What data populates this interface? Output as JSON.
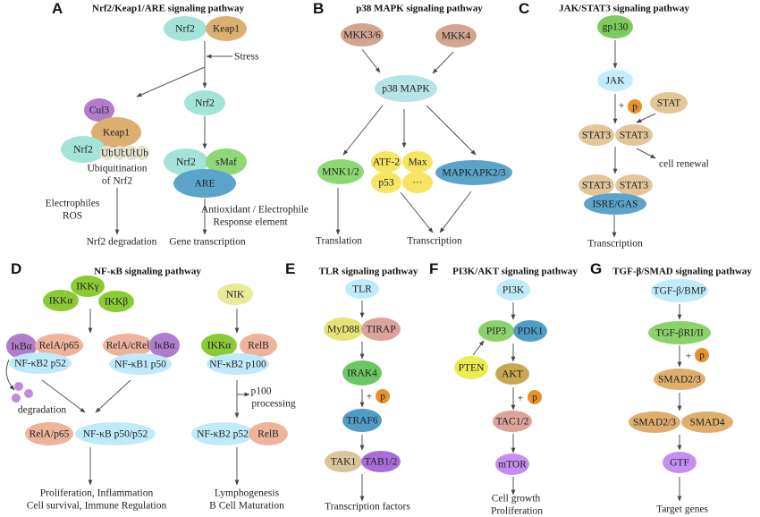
{
  "panels": [
    {
      "letter": "A",
      "title": "Nrf2/Keap1/ARE signaling pathway"
    },
    {
      "letter": "B",
      "title": "p38 MAPK signaling pathway"
    },
    {
      "letter": "C",
      "title": "JAK/STAT3 signaling pathway"
    },
    {
      "letter": "D",
      "title": "NF-κB signaling pathway"
    },
    {
      "letter": "E",
      "title": "TLR signaling pathway"
    },
    {
      "letter": "F",
      "title": "PI3K/AKT signaling pathway"
    },
    {
      "letter": "G",
      "title": "TGF-β/SMAD signaling pathway"
    }
  ],
  "nodes": [
    {
      "id": "a_nrf2_top",
      "label": "Nrf2",
      "color": "#a3e3d8"
    },
    {
      "id": "a_keap1_top",
      "label": "Keap1",
      "color": "#dcae72"
    },
    {
      "id": "a_nrf2_mid",
      "label": "Nrf2",
      "color": "#a3e3d8"
    },
    {
      "id": "a_cul3",
      "label": "Cul3",
      "color": "#b07ccc"
    },
    {
      "id": "a_keap1",
      "label": "Keap1",
      "color": "#dcae72"
    },
    {
      "id": "a_nrf2_left",
      "label": "Nrf2",
      "color": "#a3e3d8"
    },
    {
      "id": "a_ub1",
      "label": "Ub",
      "color": "#e2e2d0"
    },
    {
      "id": "a_ub2",
      "label": "Ub",
      "color": "#e2e2d0"
    },
    {
      "id": "a_ub3",
      "label": "Ub",
      "color": "#e2e2d0"
    },
    {
      "id": "a_ub4",
      "label": "Ub",
      "color": "#e2e2d0"
    },
    {
      "id": "a_nrf2_are",
      "label": "Nrf2",
      "color": "#a3e3d8"
    },
    {
      "id": "a_smaf",
      "label": "sMaf",
      "color": "#8ed878"
    },
    {
      "id": "a_are",
      "label": "ARE",
      "color": "#5ba3c9"
    },
    {
      "id": "b_mkk36",
      "label": "MKK3/6",
      "color": "#d1a590"
    },
    {
      "id": "b_mkk4",
      "label": "MKK4",
      "color": "#d1a590"
    },
    {
      "id": "b_p38",
      "label": "p38 MAPK",
      "color": "#b6e3e3"
    },
    {
      "id": "b_mnk",
      "label": "MNK1/2",
      "color": "#8cd873"
    },
    {
      "id": "b_atf2",
      "label": "ATF-2",
      "color": "#f7e463"
    },
    {
      "id": "b_max",
      "label": "Max",
      "color": "#f7e463"
    },
    {
      "id": "b_p53",
      "label": "p53",
      "color": "#f7e463"
    },
    {
      "id": "b_etc",
      "label": "···",
      "color": "#f7e463"
    },
    {
      "id": "b_mapkapk",
      "label": "MAPKAPK2/3",
      "color": "#5ba3c9"
    },
    {
      "id": "c_gp130",
      "label": "gp130",
      "color": "#7ccb5c"
    },
    {
      "id": "c_jak",
      "label": "JAK",
      "color": "#c3edfb"
    },
    {
      "id": "c_p",
      "label": "p",
      "color": "#e8902a"
    },
    {
      "id": "c_stat",
      "label": "STAT",
      "color": "#e4c596"
    },
    {
      "id": "c_stat3_1",
      "label": "STAT3",
      "color": "#e2c598"
    },
    {
      "id": "c_stat3_2",
      "label": "STAT3",
      "color": "#e2c598"
    },
    {
      "id": "c_stat3_3",
      "label": "STAT3",
      "color": "#e2c598"
    },
    {
      "id": "c_stat3_4",
      "label": "STAT3",
      "color": "#e2c598"
    },
    {
      "id": "c_isre",
      "label": "ISRE/GAS",
      "color": "#5ba3c9"
    },
    {
      "id": "d_ikkg",
      "label": "IKKγ",
      "color": "#8acb35"
    },
    {
      "id": "d_ikka",
      "label": "IKKα",
      "color": "#8acb35"
    },
    {
      "id": "d_ikkb",
      "label": "IKKβ",
      "color": "#8acb35"
    },
    {
      "id": "d_ikba1",
      "label": "IκBα",
      "color": "#b07ccc"
    },
    {
      "id": "d_rela1",
      "label": "RelA/p65",
      "color": "#edb49b"
    },
    {
      "id": "d_p52_1",
      "label": "NF-κB2 p52",
      "color": "#bfeafb"
    },
    {
      "id": "d_crel",
      "label": "RelA/cRel",
      "color": "#edb49b"
    },
    {
      "id": "d_ikba2",
      "label": "IκBα",
      "color": "#b07ccc"
    },
    {
      "id": "d_p50",
      "label": "NF-κB1 p50",
      "color": "#bfeafb"
    },
    {
      "id": "d_rela2",
      "label": "RelA/p65",
      "color": "#edb49b"
    },
    {
      "id": "d_p50p52",
      "label": "NF-κB p50/p52",
      "color": "#bfeafb"
    },
    {
      "id": "d_nik",
      "label": "NIK",
      "color": "#e9ea9a"
    },
    {
      "id": "d_ikka2",
      "label": "IKKα",
      "color": "#8acb35"
    },
    {
      "id": "d_relb1",
      "label": "RelB",
      "color": "#edb49b"
    },
    {
      "id": "d_p100",
      "label": "NF-κB2 p100",
      "color": "#bfeafb"
    },
    {
      "id": "d_p52_2",
      "label": "NF-κB2 p52",
      "color": "#bfeafb"
    },
    {
      "id": "d_relb2",
      "label": "RelB",
      "color": "#edb49b"
    },
    {
      "id": "e_tlr",
      "label": "TLR",
      "color": "#bfeafb"
    },
    {
      "id": "e_myd88",
      "label": "MyD88",
      "color": "#e5e374"
    },
    {
      "id": "e_tirap",
      "label": "TIRAP",
      "color": "#dba39c"
    },
    {
      "id": "e_irak4",
      "label": "IRAK4",
      "color": "#6dc664"
    },
    {
      "id": "e_p",
      "label": "p",
      "color": "#e8902a"
    },
    {
      "id": "e_traf6",
      "label": "TRAF6",
      "color": "#4f9cc6"
    },
    {
      "id": "e_tak1",
      "label": "TAK1",
      "color": "#d8c59c"
    },
    {
      "id": "e_tab12",
      "label": "TAB1/2",
      "color": "#a86ed8"
    },
    {
      "id": "f_pi3k",
      "label": "PI3K",
      "color": "#bfeafb"
    },
    {
      "id": "f_pip3",
      "label": "PIP3",
      "color": "#8bd26b"
    },
    {
      "id": "f_pdk1",
      "label": "PDK1",
      "color": "#4f9cc6"
    },
    {
      "id": "f_pten",
      "label": "PTEN",
      "color": "#eaec4f"
    },
    {
      "id": "f_akt",
      "label": "AKT",
      "color": "#c9a752"
    },
    {
      "id": "f_p",
      "label": "p",
      "color": "#e8902a"
    },
    {
      "id": "f_tac",
      "label": "TAC1/2",
      "color": "#dba39c"
    },
    {
      "id": "f_mtor",
      "label": "mTOR",
      "color": "#c38ff0"
    },
    {
      "id": "g_tgfb",
      "label": "TGF-β/BMP",
      "color": "#bfeafb"
    },
    {
      "id": "g_tgfbr",
      "label": "TGF-βRI/II",
      "color": "#8bd26b"
    },
    {
      "id": "g_p",
      "label": "p",
      "color": "#e8902a"
    },
    {
      "id": "g_smad23",
      "label": "SMAD2/3",
      "color": "#dfae6e"
    },
    {
      "id": "g_smad23b",
      "label": "SMAD2/3",
      "color": "#dfae6e"
    },
    {
      "id": "g_smad4",
      "label": "SMAD4",
      "color": "#dfae6e"
    },
    {
      "id": "g_gtf",
      "label": "GTF",
      "color": "#c38ff0"
    }
  ],
  "texts": [
    {
      "id": "a_stress",
      "text": "Stress"
    },
    {
      "id": "a_ubq1",
      "text": "Ubiquitination"
    },
    {
      "id": "a_ubq2",
      "text": "of Nrf2"
    },
    {
      "id": "a_elec",
      "text": "Electrophiles"
    },
    {
      "id": "a_ros",
      "text": "ROS"
    },
    {
      "id": "a_deg",
      "text": "Nrf2 degradation"
    },
    {
      "id": "a_anti",
      "text": "Antioxidant / Electrophile"
    },
    {
      "id": "a_resp",
      "text": "Response element"
    },
    {
      "id": "a_gene",
      "text": "Gene transcription"
    },
    {
      "id": "b_transl",
      "text": "Translation"
    },
    {
      "id": "b_transc",
      "text": "Transcription"
    },
    {
      "id": "c_plus",
      "text": "+"
    },
    {
      "id": "c_renew",
      "text": "cell renewal"
    },
    {
      "id": "c_transc",
      "text": "Transcription"
    },
    {
      "id": "d_degr",
      "text": "degradation"
    },
    {
      "id": "d_out1",
      "text": "Proliferation, Inflammation"
    },
    {
      "id": "d_out2",
      "text": "Cell survival, Immune Regulation"
    },
    {
      "id": "d_p100t",
      "text": "p100"
    },
    {
      "id": "d_proc",
      "text": "processing"
    },
    {
      "id": "d_lymph",
      "text": "Lymphogenesis"
    },
    {
      "id": "d_bcell",
      "text": "B Cell Maturation"
    },
    {
      "id": "e_plus",
      "text": "+"
    },
    {
      "id": "e_tf",
      "text": "Transcription factors"
    },
    {
      "id": "f_plus",
      "text": "+"
    },
    {
      "id": "f_cg",
      "text": "Cell growth"
    },
    {
      "id": "f_prolif",
      "text": "Proliferation"
    },
    {
      "id": "g_plus",
      "text": "+"
    },
    {
      "id": "g_target",
      "text": "Target genes"
    }
  ]
}
